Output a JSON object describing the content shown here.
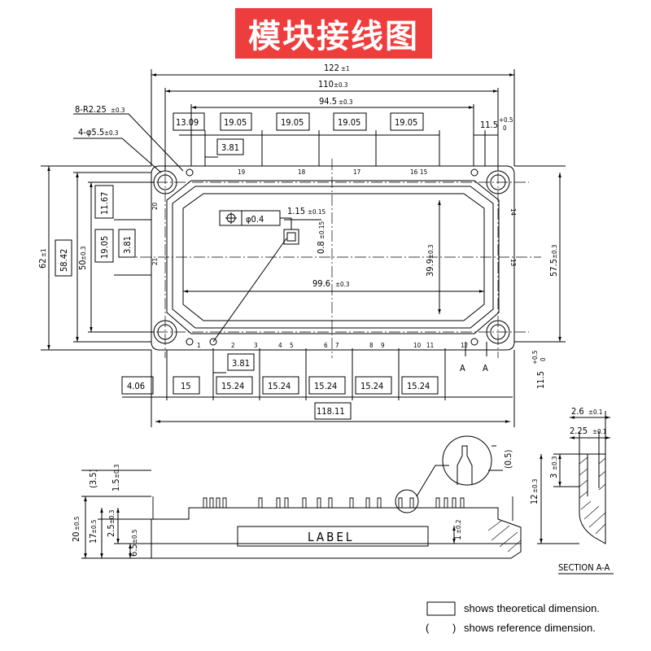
{
  "title": "模块接线图",
  "dims": {
    "overall_width": "122",
    "overall_width_tol": "±1",
    "w110": "110",
    "w110_tol": "±0.3",
    "w94_5": "94.5",
    "w94_5_tol": "±0.3",
    "radius": "8-R2.25",
    "radius_tol": "±0.3",
    "hole": "4-φ5.5",
    "hole_tol": "±0.3",
    "d13_09": "13.09",
    "d19_05": "19.05",
    "d3_81": "3.81",
    "d11_5": "11.5",
    "d11_5_tol_top": "+0.5",
    "d11_5_tol_bot": "0",
    "d62": "62",
    "d62_tol": "±1",
    "d58_42": "58.42",
    "d50": "50",
    "d50_tol": "±0.3",
    "d11_67": "11.67",
    "d57_5": "57.5",
    "d57_5_tol": "±0.3",
    "d39_9": "39.9",
    "d39_9_tol": "±0.3",
    "d99_6": "99.6",
    "d99_6_tol": "±0.3",
    "d1_15": "1.15",
    "d1_15_tol": "±0.15",
    "d0_8": "0.8",
    "d0_8_tol": "±0.15",
    "tolerance_frame": "φ0.4",
    "d4_06": "4.06",
    "d15": "15",
    "d15_24": "15.24",
    "d118_11": "118.11",
    "section_mark": "A",
    "d2_6": "2.6",
    "d2_6_tol": "±0.1",
    "d2_25": "2.25",
    "d2_25_tol": "±0.1",
    "d3": "3",
    "d3_tol": "±0.3",
    "d12": "12",
    "d12_tol": "±0.3",
    "d0_5_ref": "(0.5)",
    "d3_5_ref": "(3.5)",
    "d1_5": "1.5",
    "d1_5_tol": "±0.3",
    "d20": "20",
    "d20_tol": "±0.5",
    "d17": "17",
    "d17_tol": "±0.5",
    "d2_5": "2.5",
    "d2_5_tol": "±0.3",
    "d6_5": "6.5",
    "d6_5_tol": "±0.5",
    "d1": "1",
    "d1_tol": "±0.2"
  },
  "pins_top": [
    "19",
    "18",
    "17",
    "16",
    "15"
  ],
  "pins_bottom": [
    "1",
    "2",
    "3",
    "4",
    "5",
    "6",
    "7",
    "8",
    "9",
    "10",
    "11",
    "12"
  ],
  "pins_left": [
    "20",
    "21"
  ],
  "pins_right": [
    "14",
    "13"
  ],
  "label_text": "LABEL",
  "section_title": "SECTION A-A",
  "legend": {
    "theoretical": "shows theoretical dimension.",
    "reference": "shows reference dimension.",
    "ref_open": "(",
    "ref_close": ")"
  }
}
